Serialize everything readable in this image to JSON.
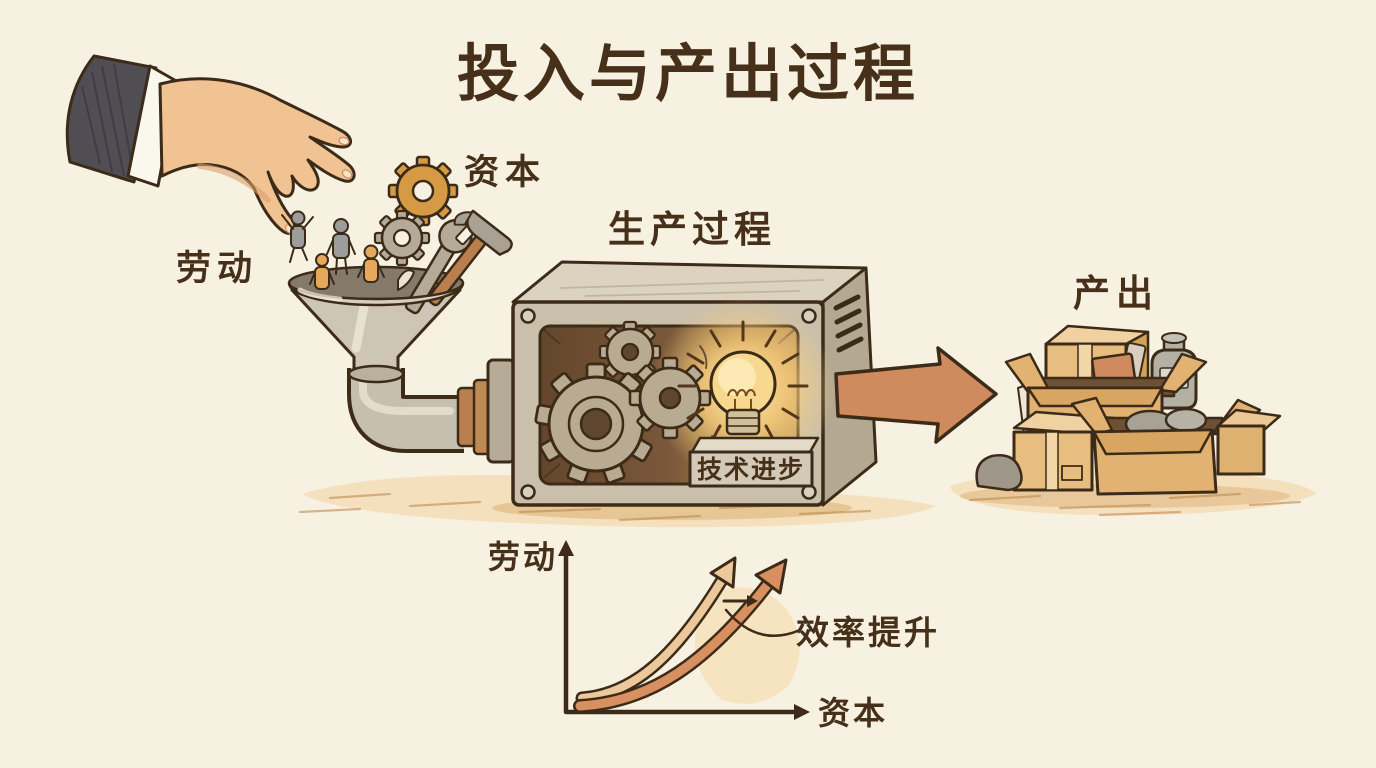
{
  "title": "投入与产出过程",
  "inputs": {
    "labor_label": "劳动",
    "capital_label": "资本"
  },
  "machine": {
    "label": "生产过程",
    "plaque_label": "技术进步"
  },
  "output": {
    "label": "产出"
  },
  "chart": {
    "type": "line",
    "y_axis_label": "劳动",
    "x_axis_label": "资本",
    "annotation": "效率提升",
    "curve_count": 2,
    "curve_trend": "exponential-increasing",
    "legend": "none",
    "grid": false
  },
  "colors": {
    "background": "#f7f1e2",
    "ink": "#3c2b18",
    "title_ink": "#362614",
    "skin": "#f2c392",
    "sleeve_gray": "#504e53",
    "metal_gray": "#cdc5b5",
    "machine_body": "#c9bfab",
    "interior_brown": "#6a4c31",
    "glow_yellow": "#ffedb8",
    "bulb_yellow": "#f7d88e",
    "gear_orange": "#d79a44",
    "gear_gray": "#b9ab92",
    "figure_gray": "#9c9c9a",
    "figure_orange": "#e6a85c",
    "arrow_orange": "#cf8a5e",
    "box_tan": "#e7bd80",
    "curve_light": "#ecc89a",
    "curve_dark": "#d89060",
    "ground_wash": "#f3d9ae"
  }
}
